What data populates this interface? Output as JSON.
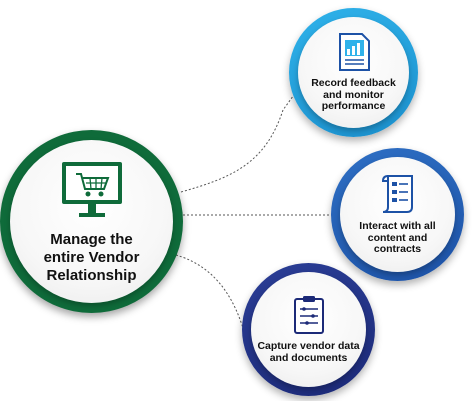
{
  "diagram": {
    "main_label": "Manage the\nentire Vendor\nRelationship",
    "nodes": [
      {
        "label": "Record feedback\nand monitor\nperformance",
        "icon": "performance-report-icon"
      },
      {
        "label": "Interact with all\ncontent and\ncontracts",
        "icon": "contract-scroll-icon"
      },
      {
        "label": "Capture vendor data\nand documents",
        "icon": "document-clipboard-icon"
      }
    ],
    "main_icon": "shopping-cart-monitor-icon"
  },
  "colors": {
    "main_ring": "#0f6b3a",
    "top_ring": "#2fb2ea",
    "mid_ring": "#2e6fc4",
    "bottom_ring": "#2b3e96",
    "icon_green": "#0f6b3a",
    "icon_blue": "#1d52a6",
    "icon_navy": "#1c2a78"
  }
}
